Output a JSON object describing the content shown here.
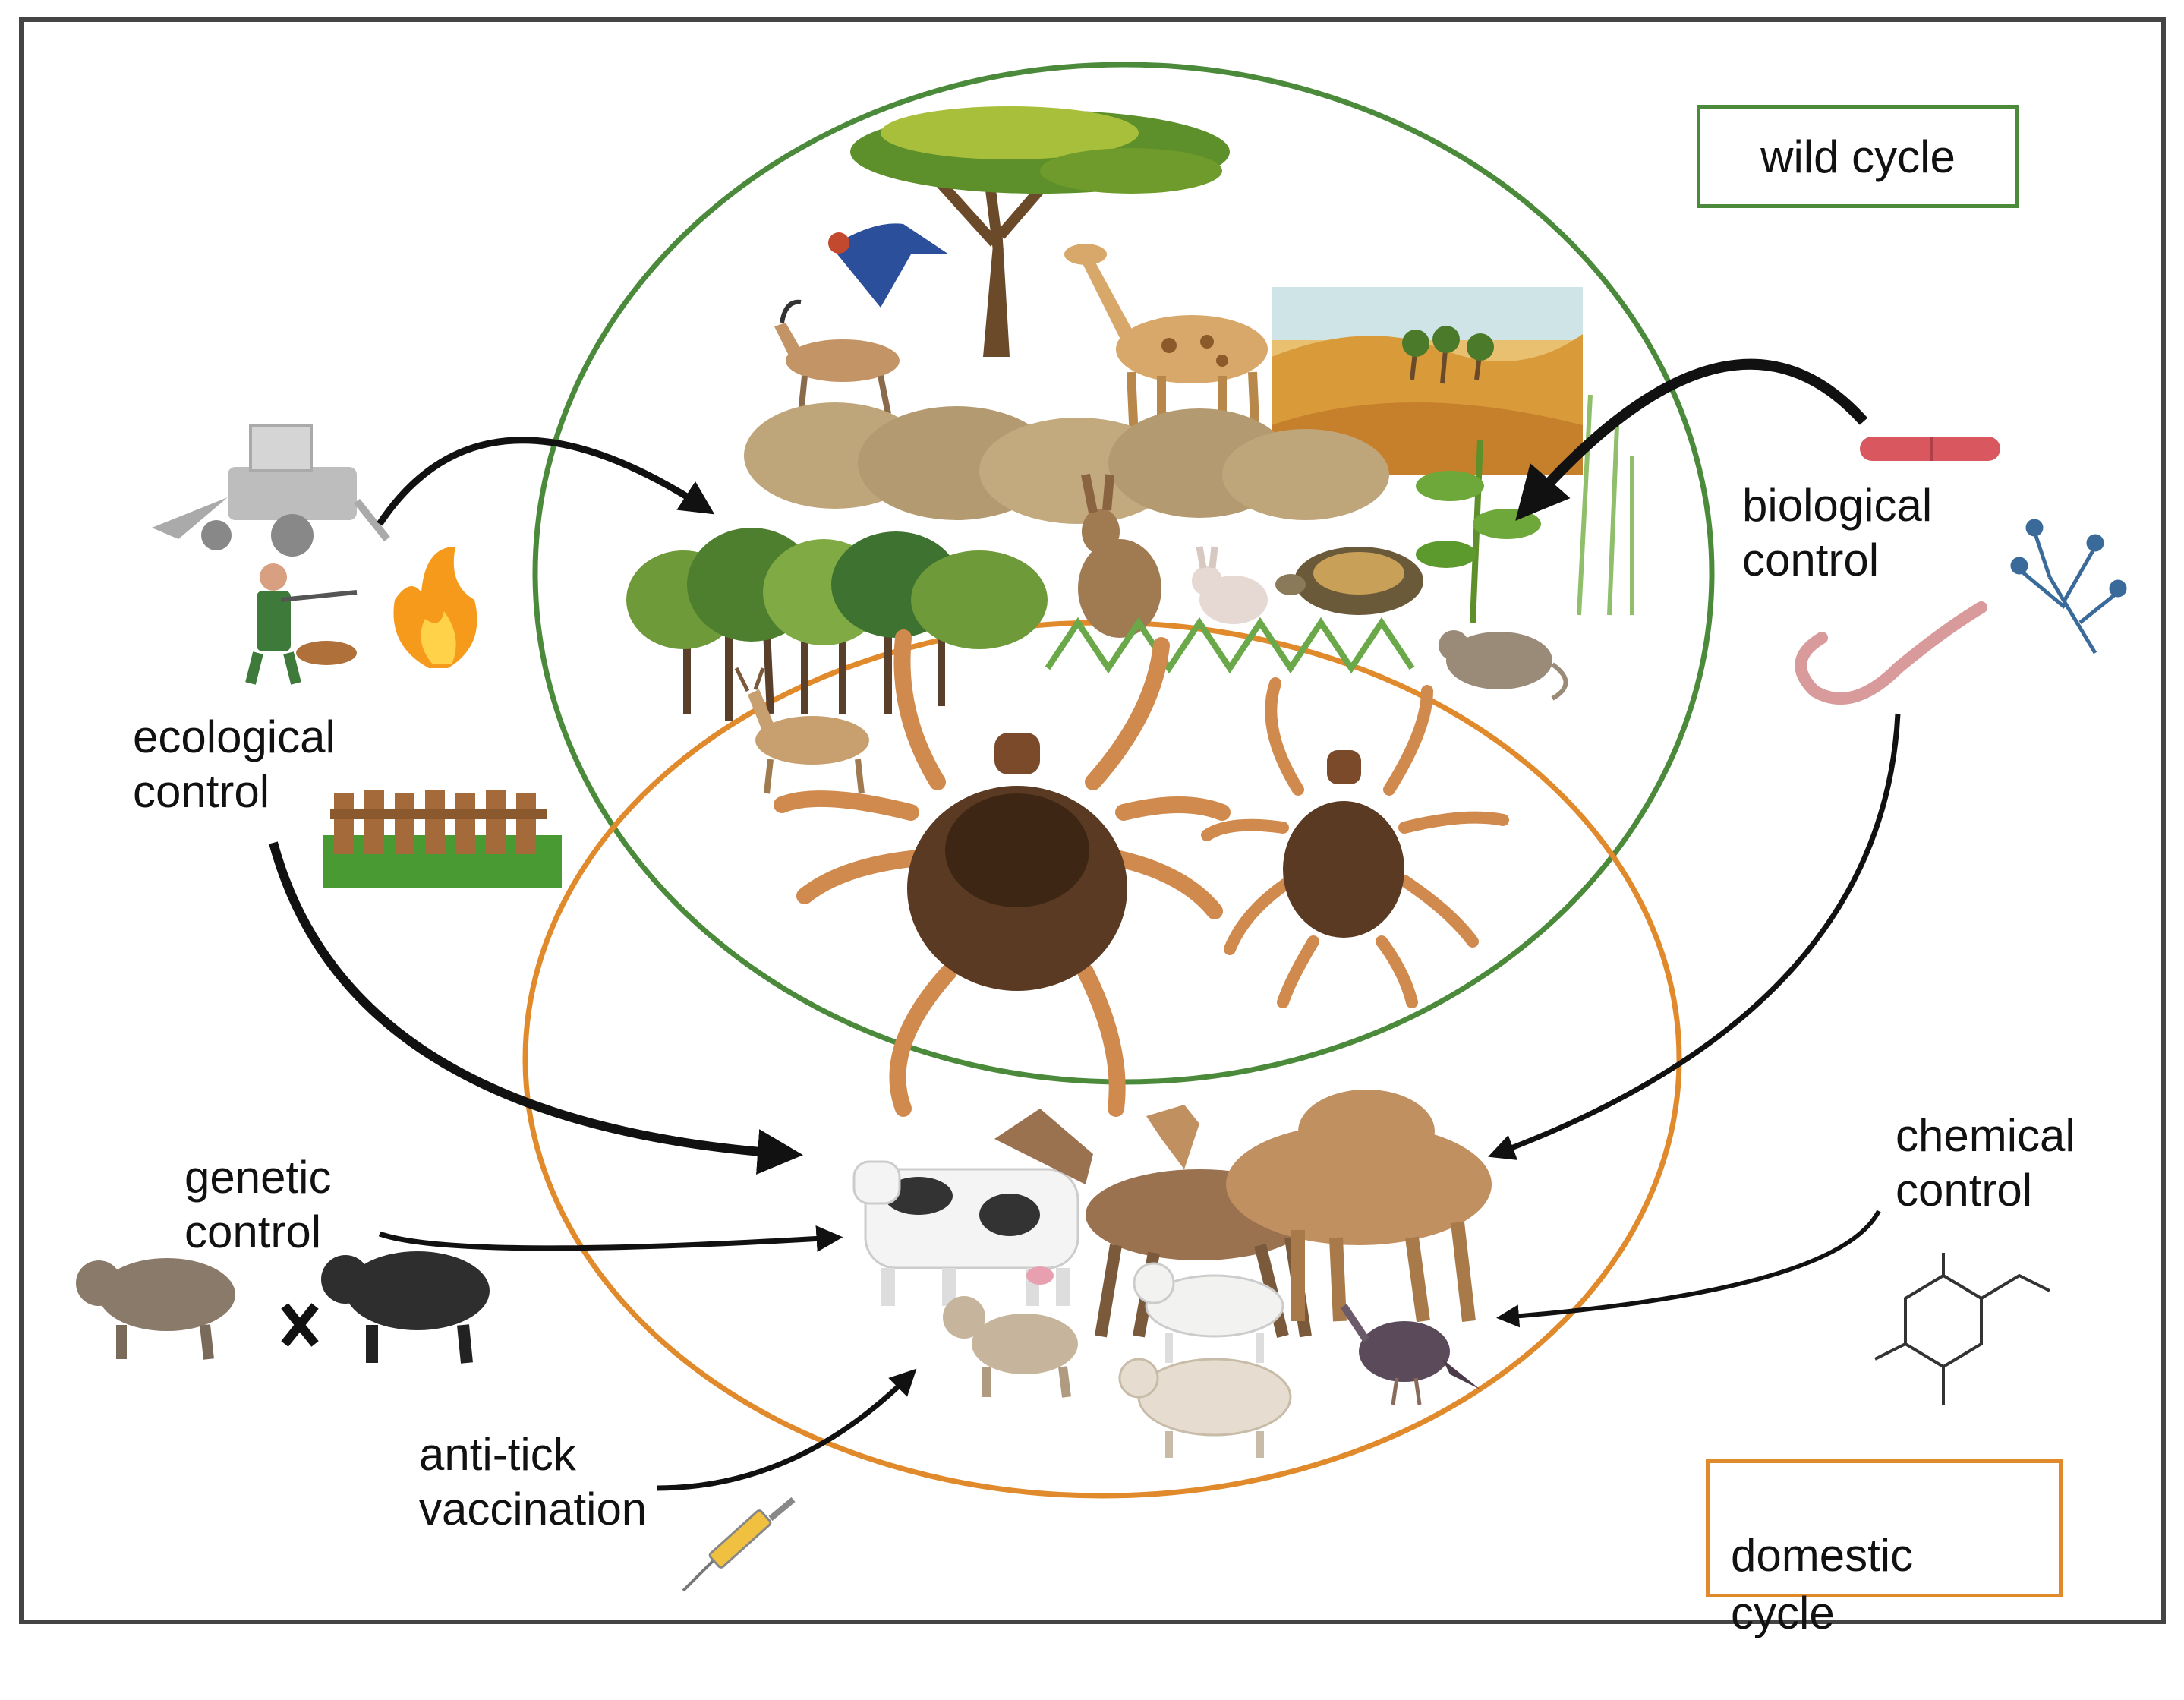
{
  "cycles": {
    "wild_label": "wild cycle",
    "domestic_label": "domestic cycle",
    "wild_color": "#4a8a3a",
    "domestic_color": "#e08a2c"
  },
  "controls": {
    "ecological": "ecological control",
    "biological": "biological control",
    "genetic": "genetic control",
    "chemical": "chemical control",
    "vaccination": "anti-tick vaccination"
  },
  "icons": [
    "tree-icon",
    "bird-icon",
    "gazelle-icon",
    "giraffe-icon",
    "desert-icon",
    "grass-icon",
    "forest-icon",
    "hare-icon",
    "rabbit-icon",
    "tortoise-icon",
    "mouse-icon",
    "deer-icon",
    "plant-icon",
    "tick-icon",
    "cow-icon",
    "horse-icon",
    "camel-icon",
    "dog-icon",
    "goat-icon",
    "sheep-icon",
    "turkey-icon",
    "tractor-icon",
    "hunter-icon",
    "fire-icon",
    "fence-icon",
    "bacteria-icon",
    "fungus-icon",
    "nematode-icon",
    "molecule-icon",
    "syringe-icon",
    "cattle-cross-icon"
  ]
}
